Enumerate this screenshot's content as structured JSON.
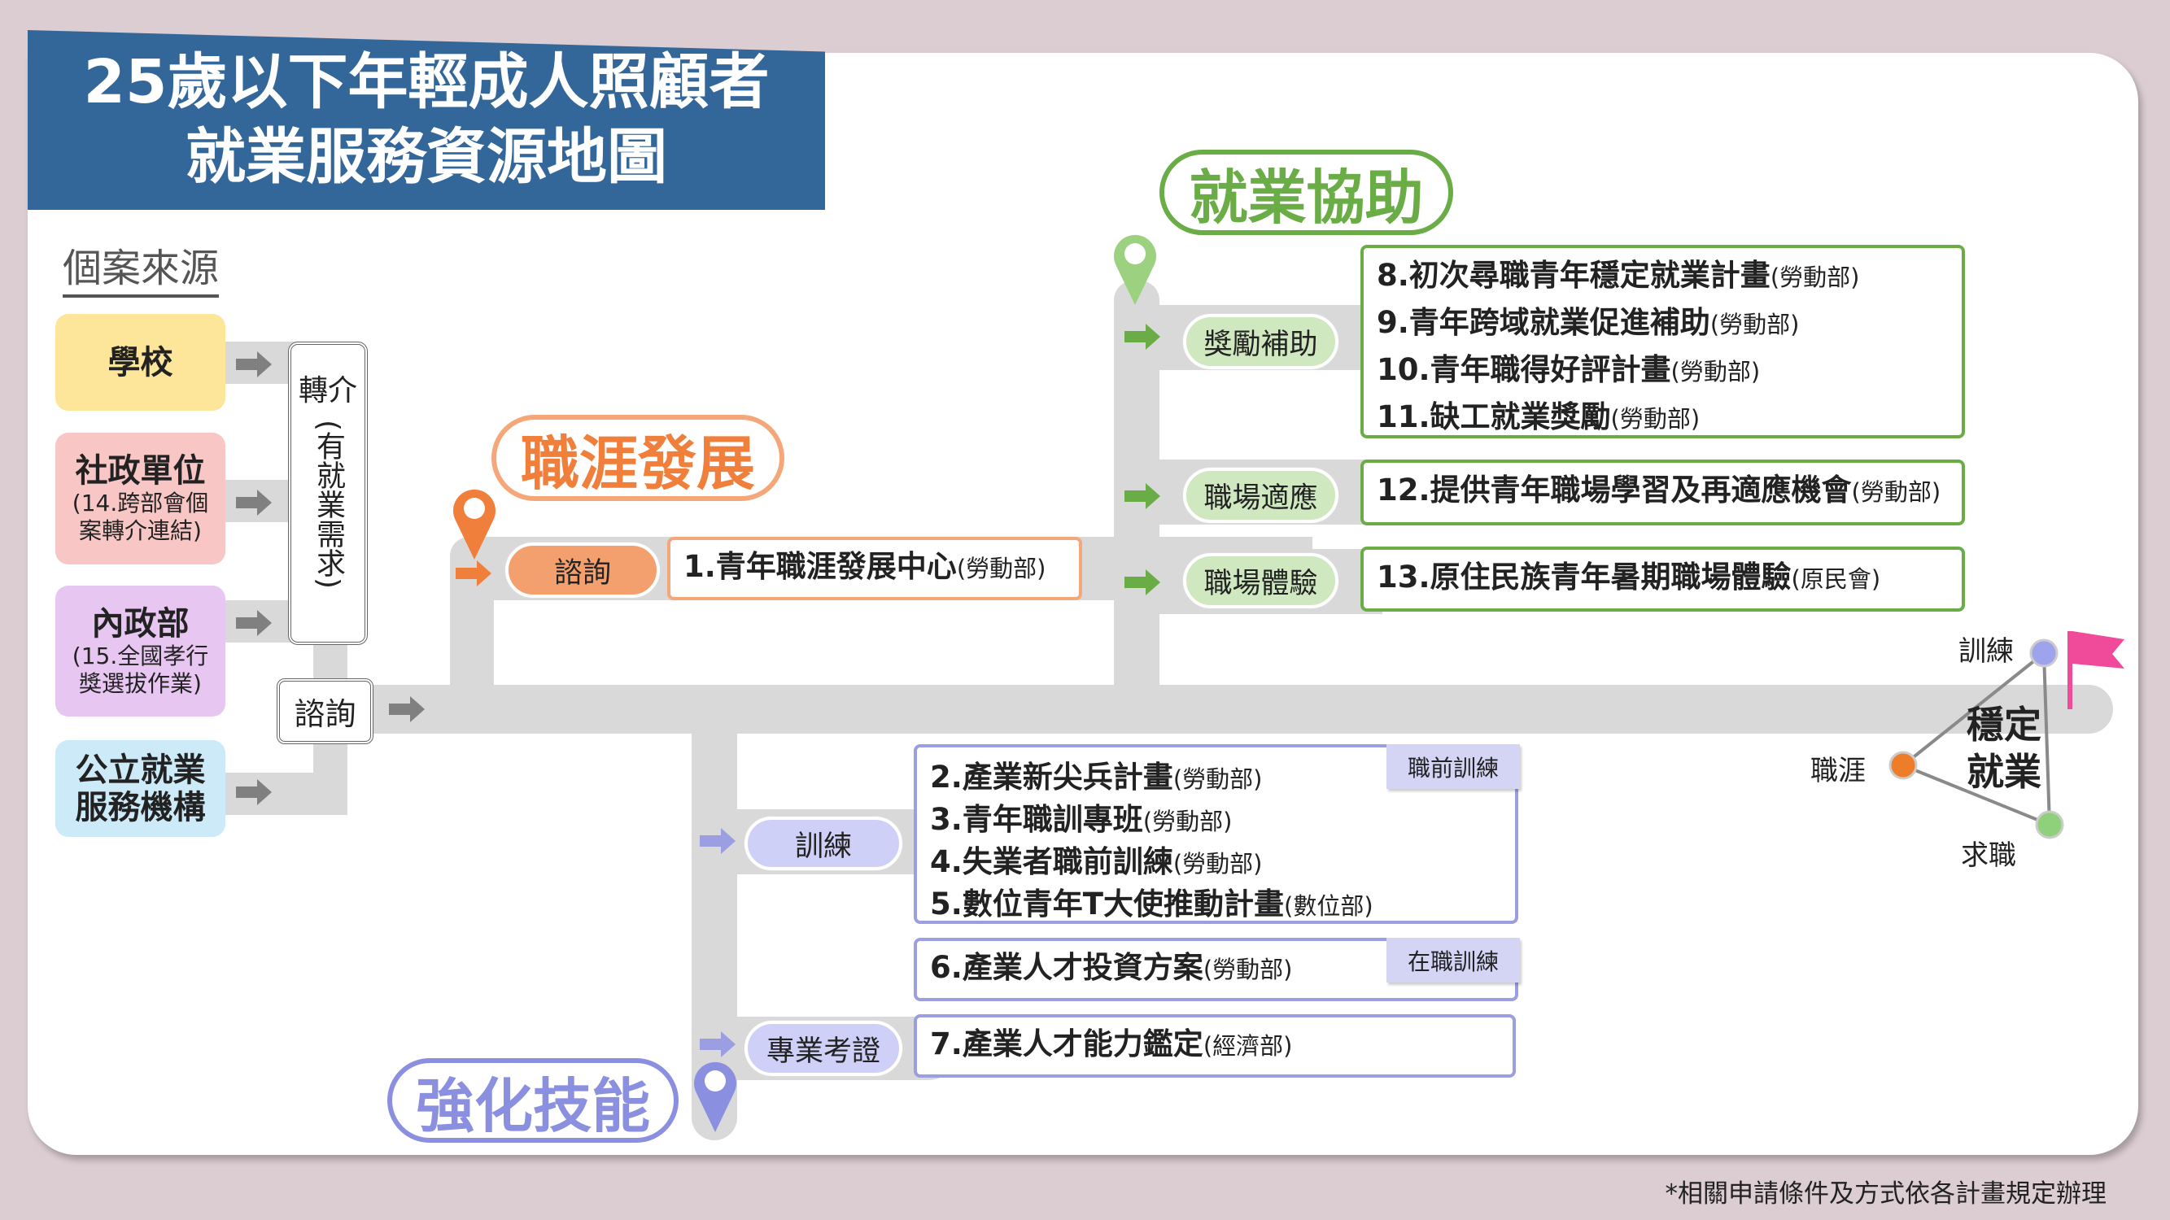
{
  "title": {
    "line1": "25歲以下年輕成人照顧者",
    "line2": "就業服務資源地圖"
  },
  "source_heading": "個案來源",
  "sources": [
    {
      "name": "學校",
      "note": ""
    },
    {
      "name": "社政單位",
      "note": "(14.跨部會個案轉介連結)"
    },
    {
      "name": "內政部",
      "note": "(15.全國孝行獎選拔作業)"
    },
    {
      "name": "公立就業服務機構",
      "note": ""
    }
  ],
  "referral": {
    "label": "轉介",
    "note": "(有就業需求)"
  },
  "consult_hub": "諮詢",
  "career": {
    "title": "職涯發展",
    "pill": "諮詢",
    "items": [
      {
        "name": "1.青年職涯發展中心",
        "agency": "(勞動部)"
      }
    ]
  },
  "employment": {
    "title": "就業協助",
    "groups": [
      {
        "pill": "獎勵補助",
        "items": [
          {
            "name": "8.初次尋職青年穩定就業計畫",
            "agency": "(勞動部)"
          },
          {
            "name": "9.青年跨域就業促進補助",
            "agency": "(勞動部)"
          },
          {
            "name": "10.青年職得好評計畫",
            "agency": "(勞動部)"
          },
          {
            "name": "11.缺工就業獎勵",
            "agency": "(勞動部)"
          }
        ]
      },
      {
        "pill": "職場適應",
        "items": [
          {
            "name": "12.提供青年職場學習及再適應機會",
            "agency": "(勞動部)"
          }
        ]
      },
      {
        "pill": "職場體驗",
        "items": [
          {
            "name": "13.原住民族青年暑期職場體驗",
            "agency": "(原民會)"
          }
        ]
      }
    ]
  },
  "skills": {
    "title": "強化技能",
    "training_pill": "訓練",
    "pre_tag": "職前訓練",
    "pre_items": [
      {
        "name": "2.產業新尖兵計畫",
        "agency": "(勞動部)"
      },
      {
        "name": "3.青年職訓專班",
        "agency": "(勞動部)"
      },
      {
        "name": "4.失業者職前訓練",
        "agency": "(勞動部)"
      },
      {
        "name": "5.數位青年T大使推動計畫",
        "agency": "(數位部)"
      }
    ],
    "onjob_tag": "在職訓練",
    "onjob_items": [
      {
        "name": "6.產業人才投資方案",
        "agency": "(勞動部)"
      }
    ],
    "cert_pill": "專業考證",
    "cert_items": [
      {
        "name": "7.產業人才能力鑑定",
        "agency": "(經濟部)"
      }
    ]
  },
  "goal": {
    "center": "穩定就業",
    "nodes": [
      "訓練",
      "職涯",
      "求職"
    ]
  },
  "colors": {
    "career": "#f07f3c",
    "employment": "#6aac46",
    "skills": "#8b8fe0",
    "banner": "#336699"
  },
  "footnote": "*相關申請條件及方式依各計畫規定辦理"
}
